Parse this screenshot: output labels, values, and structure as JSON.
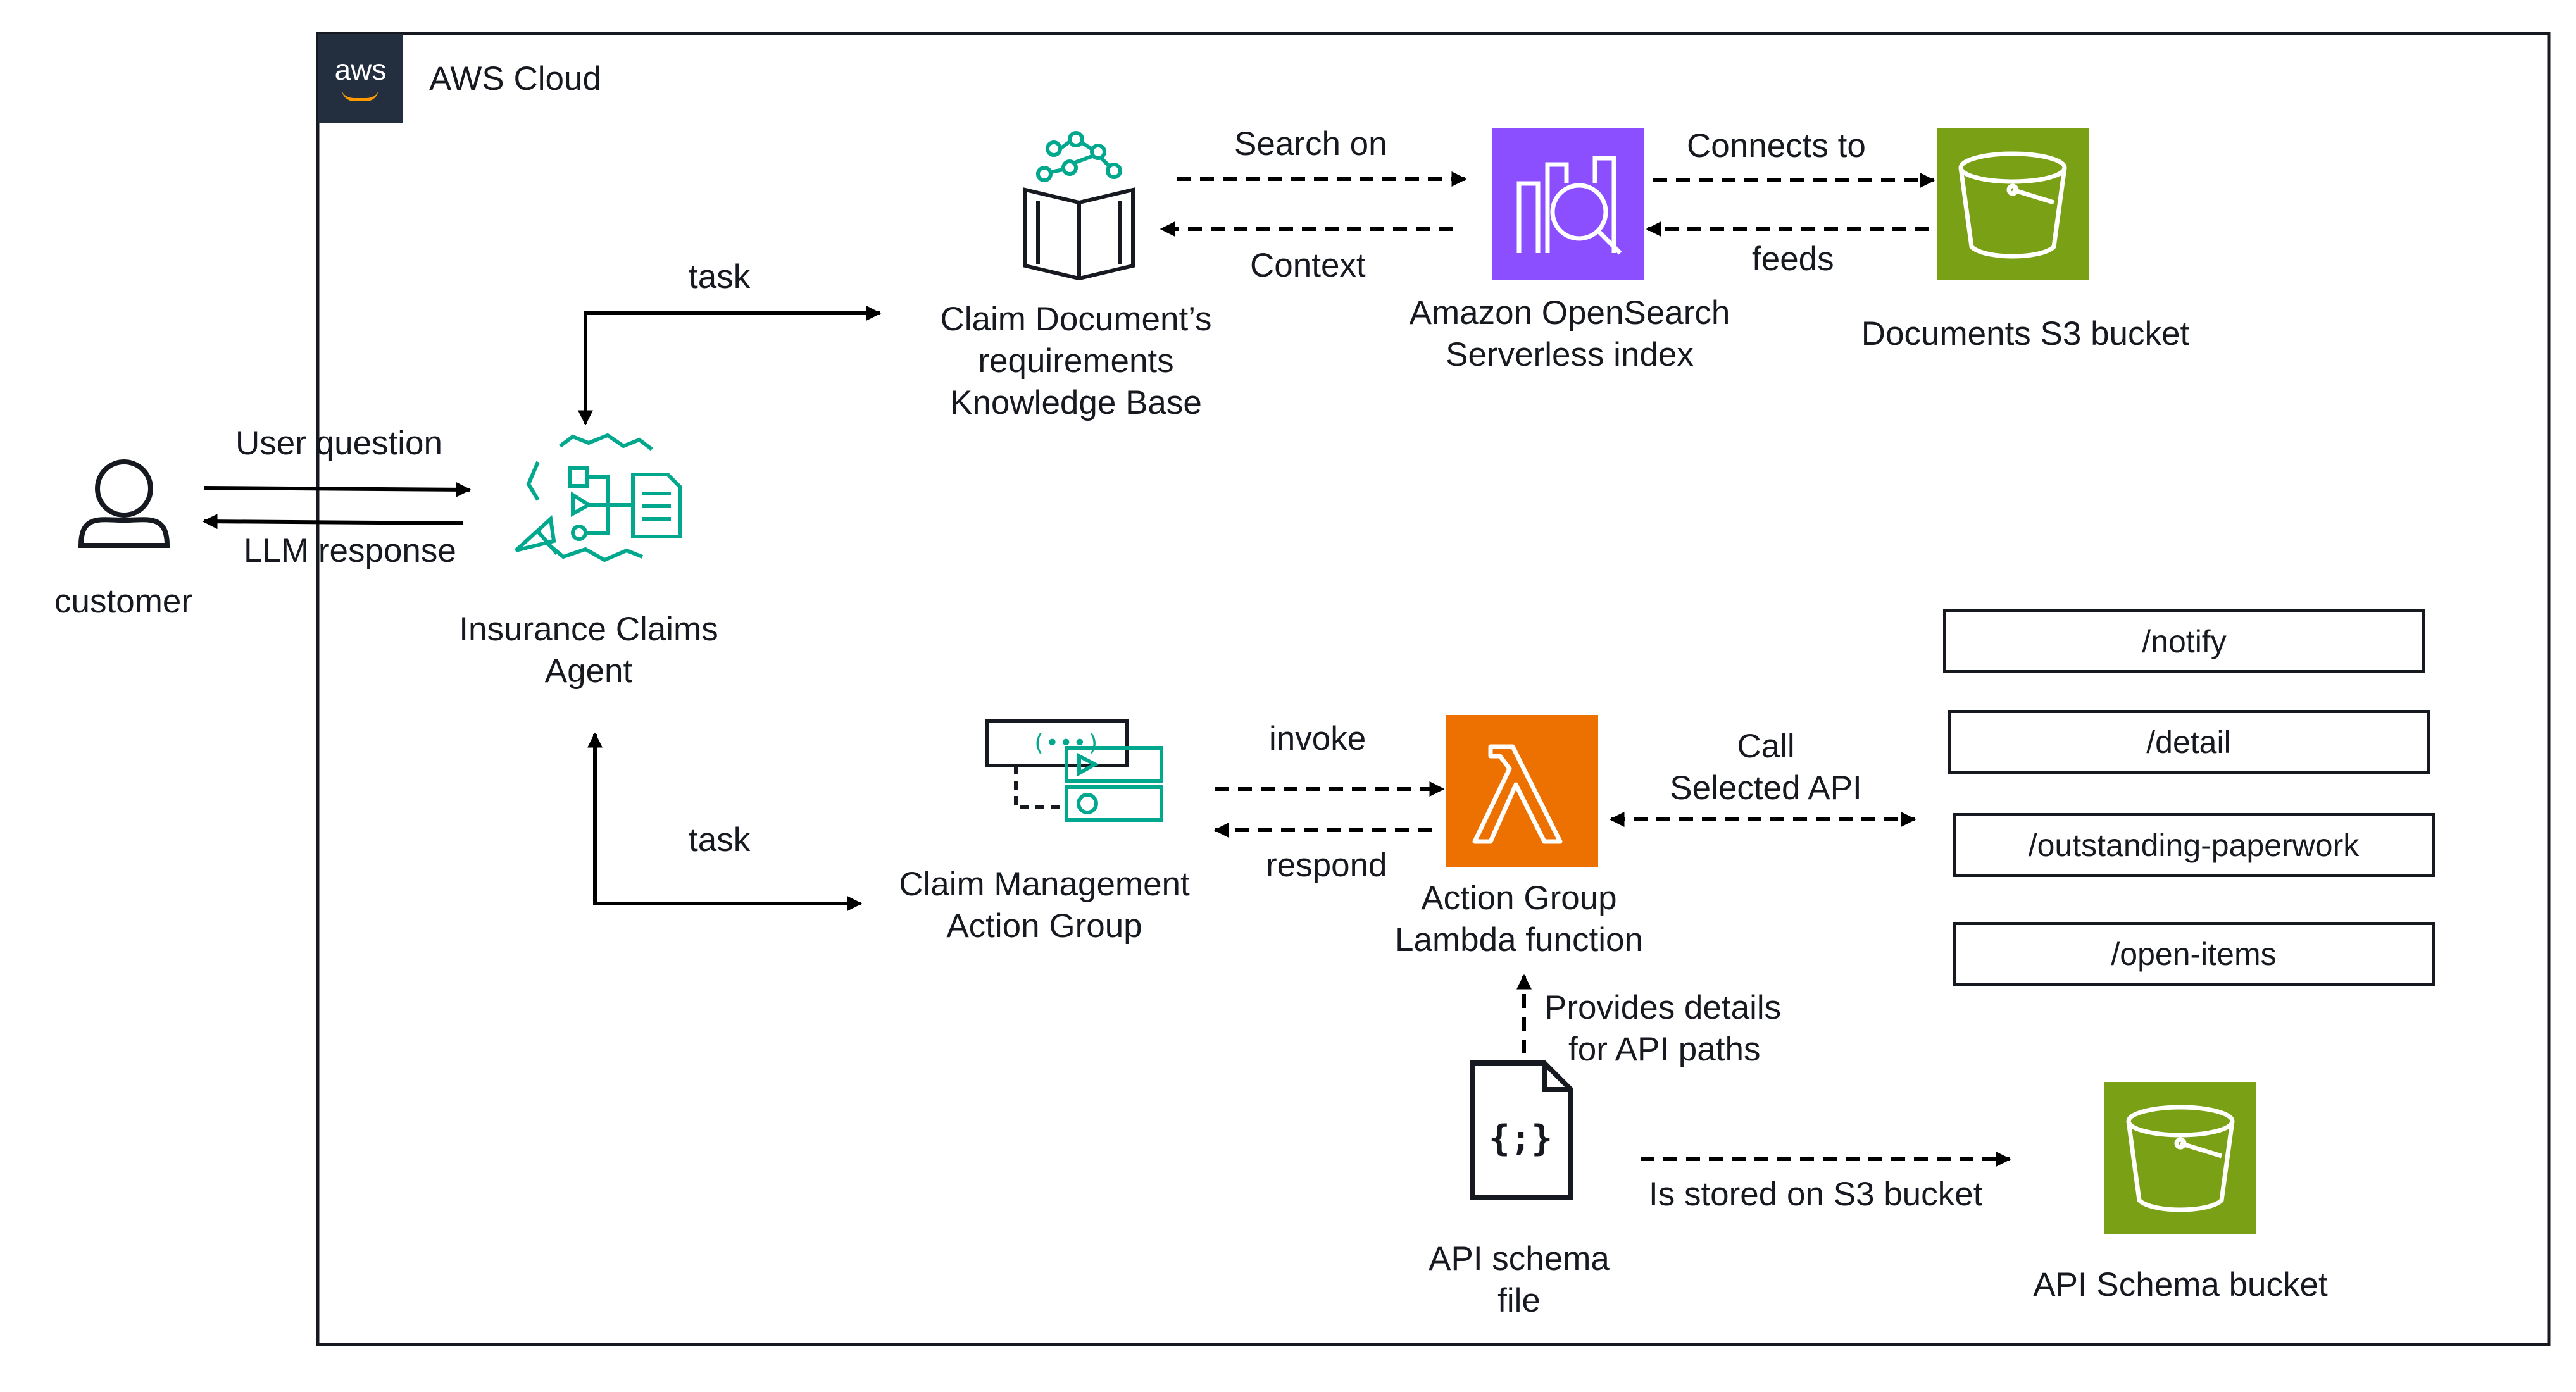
{
  "aws_cloud": {
    "logo_text": "aws",
    "title": "AWS Cloud"
  },
  "customer": {
    "label": "customer"
  },
  "flows": {
    "user_question": "User question",
    "llm_response": "LLM response",
    "task_top": "task",
    "task_bottom": "task",
    "search_on": "Search on",
    "context": "Context",
    "connects_to": "Connects to",
    "feeds": "feeds",
    "invoke": "invoke",
    "respond": "respond",
    "call_selected_api_line1": "Call",
    "call_selected_api_line2": "Selected API",
    "provides_details_line1": "Provides details",
    "provides_details_line2": "for API paths",
    "is_stored_on": "Is stored on S3 bucket"
  },
  "nodes": {
    "agent": {
      "line1": "Insurance Claims",
      "line2": "Agent",
      "icon": "bedrock-agent-icon"
    },
    "knowledge_base": {
      "line1": "Claim Document’s",
      "line2": "requirements",
      "line3": "Knowledge Base",
      "icon": "knowledge-base-icon"
    },
    "opensearch": {
      "line1": "Amazon OpenSearch",
      "line2": "Serverless index",
      "icon": "opensearch-icon",
      "color": "#8c4fff"
    },
    "documents_bucket": {
      "label": "Documents S3 bucket",
      "icon": "s3-bucket-icon",
      "color": "#7aa116"
    },
    "action_group": {
      "line1": "Claim Management",
      "line2": "Action Group",
      "icon": "action-group-icon"
    },
    "lambda": {
      "line1": "Action Group",
      "line2": "Lambda function",
      "icon": "lambda-icon",
      "color": "#ed7100"
    },
    "schema_file": {
      "line1": "API schema",
      "line2": "file",
      "icon": "json-file-icon"
    },
    "schema_bucket": {
      "label": "API Schema bucket",
      "icon": "s3-bucket-icon",
      "color": "#7aa116"
    }
  },
  "api_paths": [
    "/notify",
    "/detail",
    "/outstanding-paperwork",
    "/open-items"
  ],
  "colors": {
    "agent_teal": "#01a88d",
    "line": "#000000",
    "border": "#16191f"
  }
}
